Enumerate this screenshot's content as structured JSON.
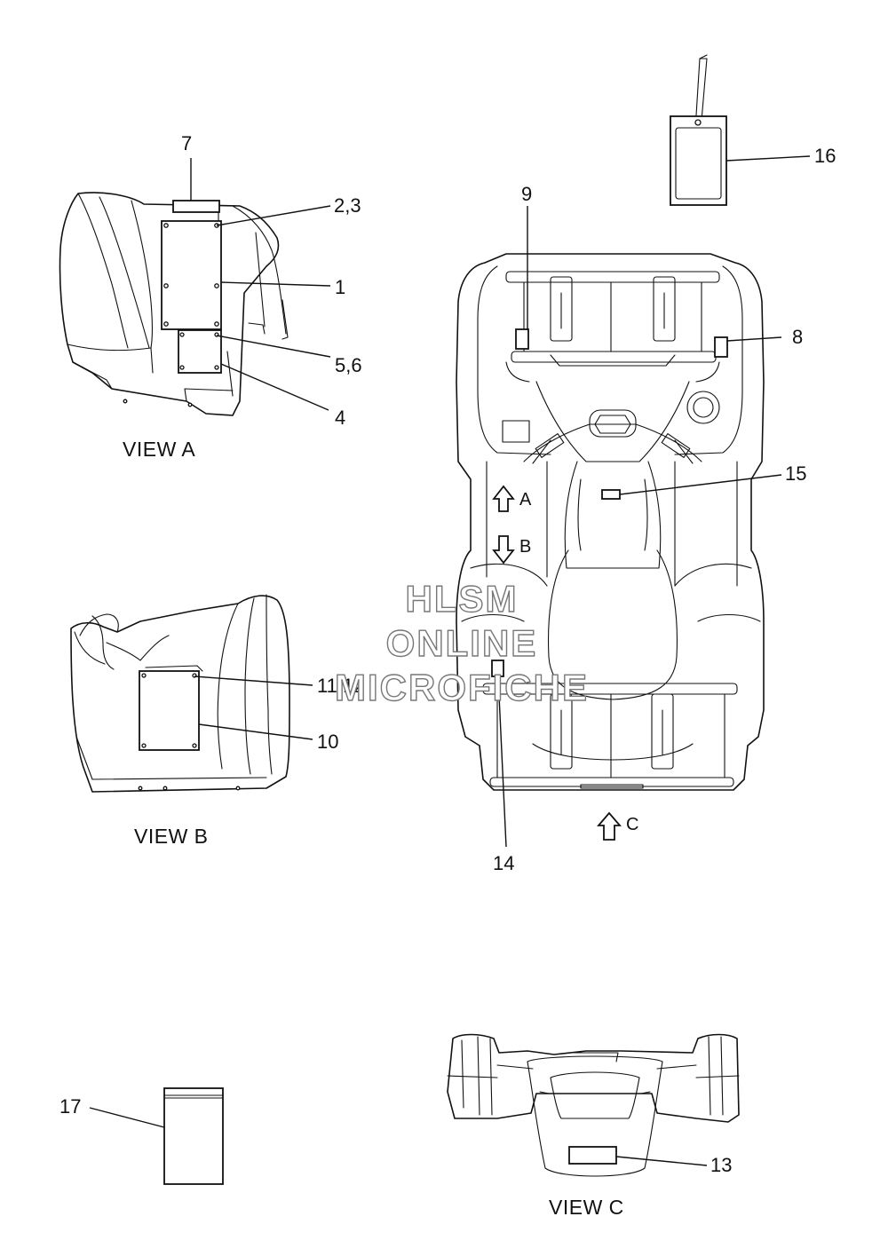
{
  "callouts": {
    "c1": "1",
    "c2_3": "2,3",
    "c4": "4",
    "c5_6": "5,6",
    "c7": "7",
    "c8": "8",
    "c9": "9",
    "c10": "10",
    "c11_12": "11,12",
    "c13": "13",
    "c14": "14",
    "c15": "15",
    "c16": "16",
    "c17": "17"
  },
  "views": {
    "a": "VIEW A",
    "b": "VIEW B",
    "c": "VIEW C"
  },
  "arrows": {
    "a": "A",
    "b": "B",
    "c": "C"
  },
  "watermark": {
    "line1": "HLSM",
    "line2": "ONLINE",
    "line3": "MICROFICHE"
  }
}
